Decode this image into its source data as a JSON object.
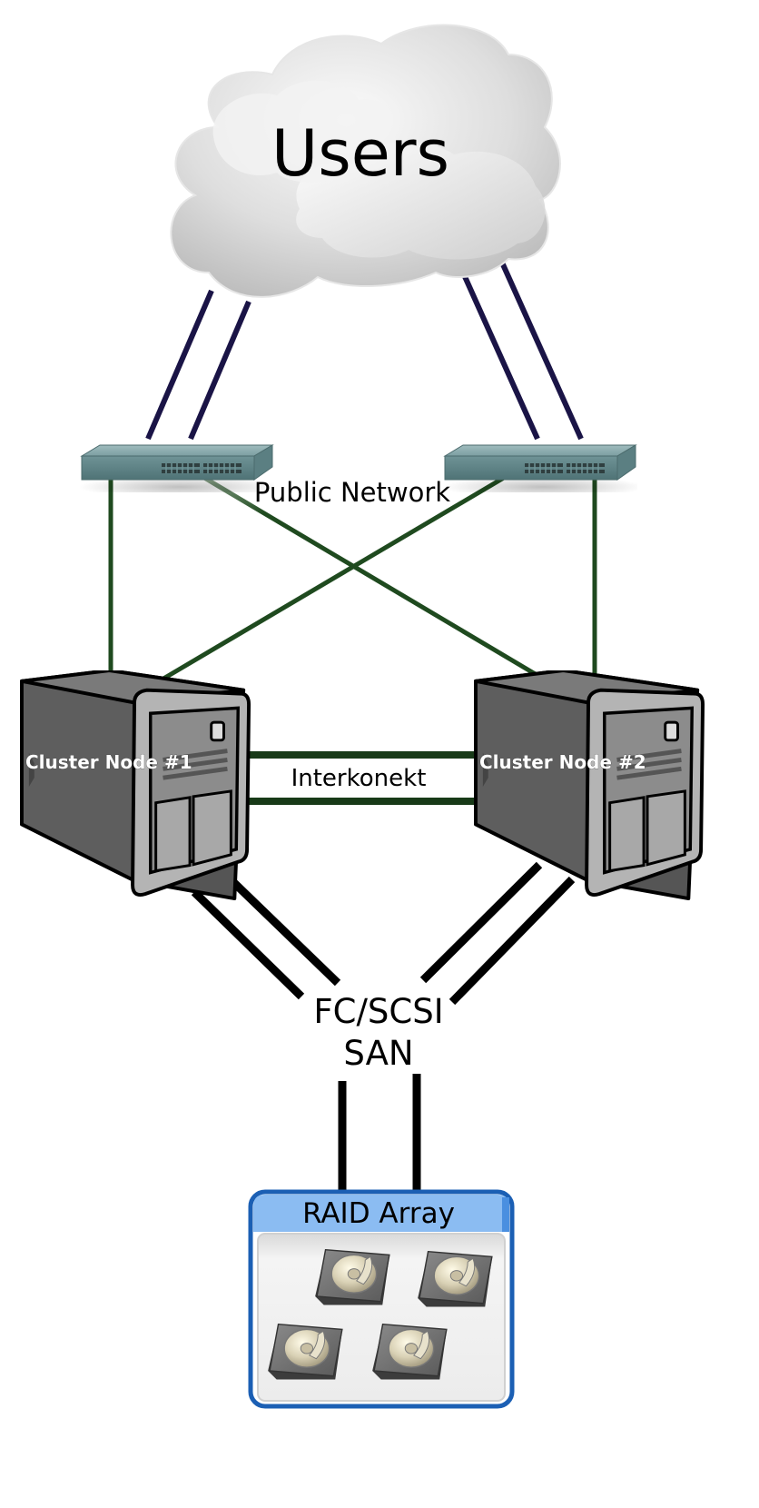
{
  "users": {
    "label": "Users"
  },
  "public_network": {
    "label": "Public Network"
  },
  "nodes": [
    {
      "label": "Cluster Node #1"
    },
    {
      "label": "Cluster Node #2"
    }
  ],
  "interconnect": {
    "label": "Interkonekt"
  },
  "san": {
    "line1": "FC/SCSI",
    "line2": "SAN"
  },
  "raid": {
    "label": "RAID Array",
    "disk_count": 4
  },
  "colors": {
    "users_link": "#1a1446",
    "network_link": "#1f4a1f",
    "interconnect_link": "#183a18",
    "san_link": "#000000",
    "raid_border": "#1b5fb4",
    "raid_header": "#8bbcf2",
    "switch_body": "#6f9396"
  },
  "icons": [
    "cloud-icon",
    "network-switch-icon",
    "server-tower-icon",
    "hard-disk-icon"
  ]
}
